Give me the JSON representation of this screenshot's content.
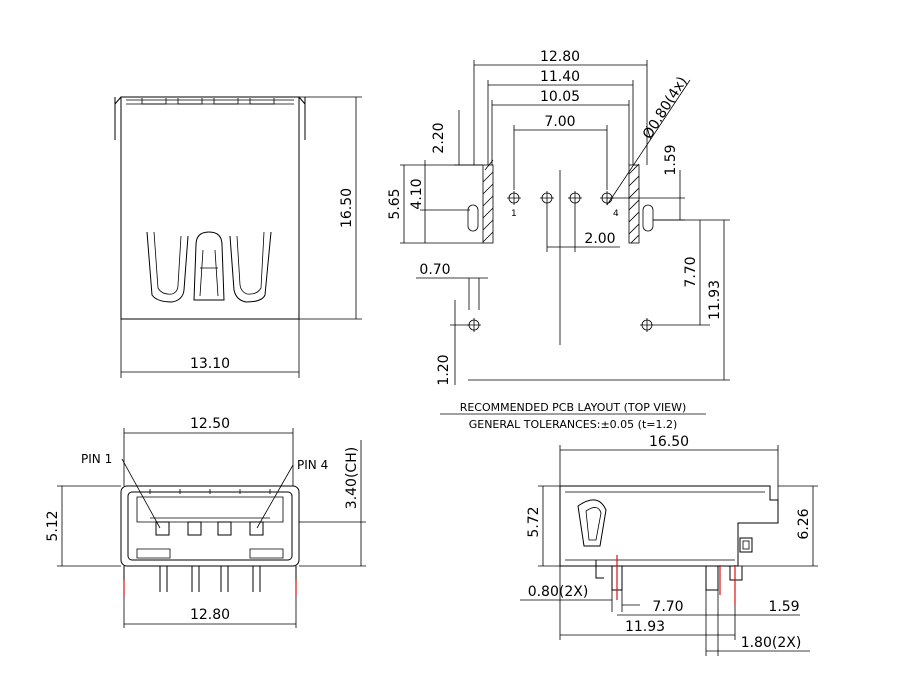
{
  "dims": {
    "front_height": "16.50",
    "front_width": "13.10",
    "pcb_12_80": "12.80",
    "pcb_11_40": "11.40",
    "pcb_10_05": "10.05",
    "pcb_7_00": "7.00",
    "pcb_hole_dia": "Ø0.80(4x)",
    "pcb_2_20": "2.20",
    "pcb_5_65": "5.65",
    "pcb_4_10": "4.10",
    "pcb_1_59": "1.59",
    "pcb_2_00": "2.00",
    "pcb_0_70": "0.70",
    "pcb_7_70": "7.70",
    "pcb_11_93": "11.93",
    "pcb_1_20": "1.20",
    "end_12_50": "12.50",
    "end_5_12": "5.12",
    "end_3_40": "3.40(CH)",
    "end_12_80": "12.80",
    "side_16_50": "16.50",
    "side_5_72": "5.72",
    "side_6_26": "6.26",
    "side_0_80": "0.80(2X)",
    "side_7_70": "7.70",
    "side_1_59": "1.59",
    "side_11_93": "11.93",
    "side_1_80": "1.80(2X)"
  },
  "pin_labels": {
    "pin1": "PIN 1",
    "pin4": "PIN 4",
    "hole1": "1",
    "hole4": "4"
  },
  "captions": {
    "layout_title": "RECOMMENDED PCB LAYOUT (TOP VIEW)",
    "tolerances": "GENERAL TOLERANCES:±0.05 (t=1.2)"
  }
}
